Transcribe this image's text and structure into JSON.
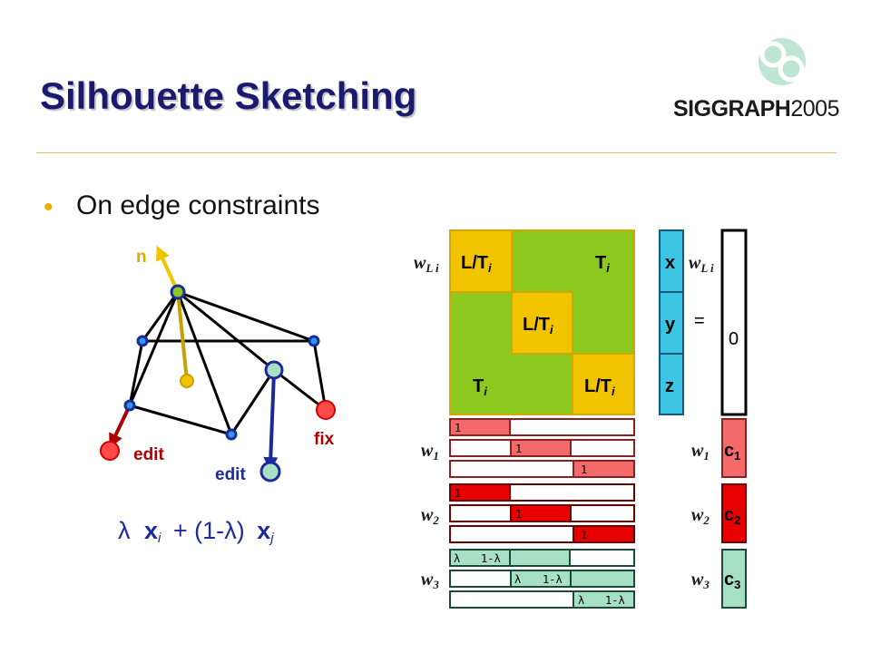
{
  "slide": {
    "title": "Silhouette Sketching",
    "logo_text_bold": "SIGGRAPH",
    "logo_text_year": "2005",
    "bullet": "On edge constraints"
  },
  "mesh": {
    "normal_label": "n",
    "edit_label_1": "edit",
    "edit_label_2": "edit",
    "fix_label": "fix",
    "formula": {
      "lambda": "λ",
      "x": "x",
      "sub_i": "i",
      "middle": "+ (1-",
      "lambda2": "λ",
      "close": ")",
      "sub_j": "j"
    }
  },
  "matrix": {
    "block_label": "L/T",
    "t_label": "T",
    "sub_i": "i",
    "w_label": "w",
    "sub_li": "L i",
    "weights": [
      "1",
      "2",
      "3"
    ],
    "vector": [
      "x",
      "y",
      "z"
    ],
    "equals": "=",
    "zero": "0",
    "rhs": [
      "c",
      "c",
      "c"
    ],
    "rhs_sub": [
      "1",
      "2",
      "3"
    ],
    "one": "1",
    "lambda": "λ",
    "one_minus_lambda": "1-λ"
  },
  "colors": {
    "green": "#8dc81e",
    "yellow": "#f2c400",
    "cyan": "#3cc4e4",
    "pink": "#f46a6a",
    "red": "#e80000",
    "mint": "#a8e0c4",
    "arrow_red": "#a80000",
    "arrow_blue": "#1c2a9a",
    "title_blue": "#1a1a6e"
  }
}
